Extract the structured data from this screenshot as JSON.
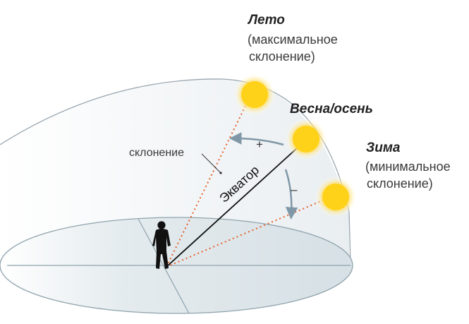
{
  "labels": {
    "summer_title": "Лето",
    "summer_note_1": "(максимальное",
    "summer_note_2": "склонение)",
    "spring_title": "Весна/осень",
    "winter_title": "Зима",
    "winter_note_1": "(минимальное",
    "winter_note_2": "склонение)",
    "declination": "склонение",
    "equator": "Экватор",
    "plus": "+",
    "minus": "–"
  },
  "colors": {
    "dome_outline": "#9aa7b0",
    "ground_fill": "#dde6ea",
    "ground_edge": "#8fa3ad",
    "sun_core": "#ffd21a",
    "sun_glow": "#ffe27a",
    "sun_ray": "#e5602a",
    "equator_line": "#111111",
    "arrow": "#7f97a6"
  },
  "icons": {
    "observer": "person-silhouette-icon",
    "sun": "sun-icon"
  }
}
